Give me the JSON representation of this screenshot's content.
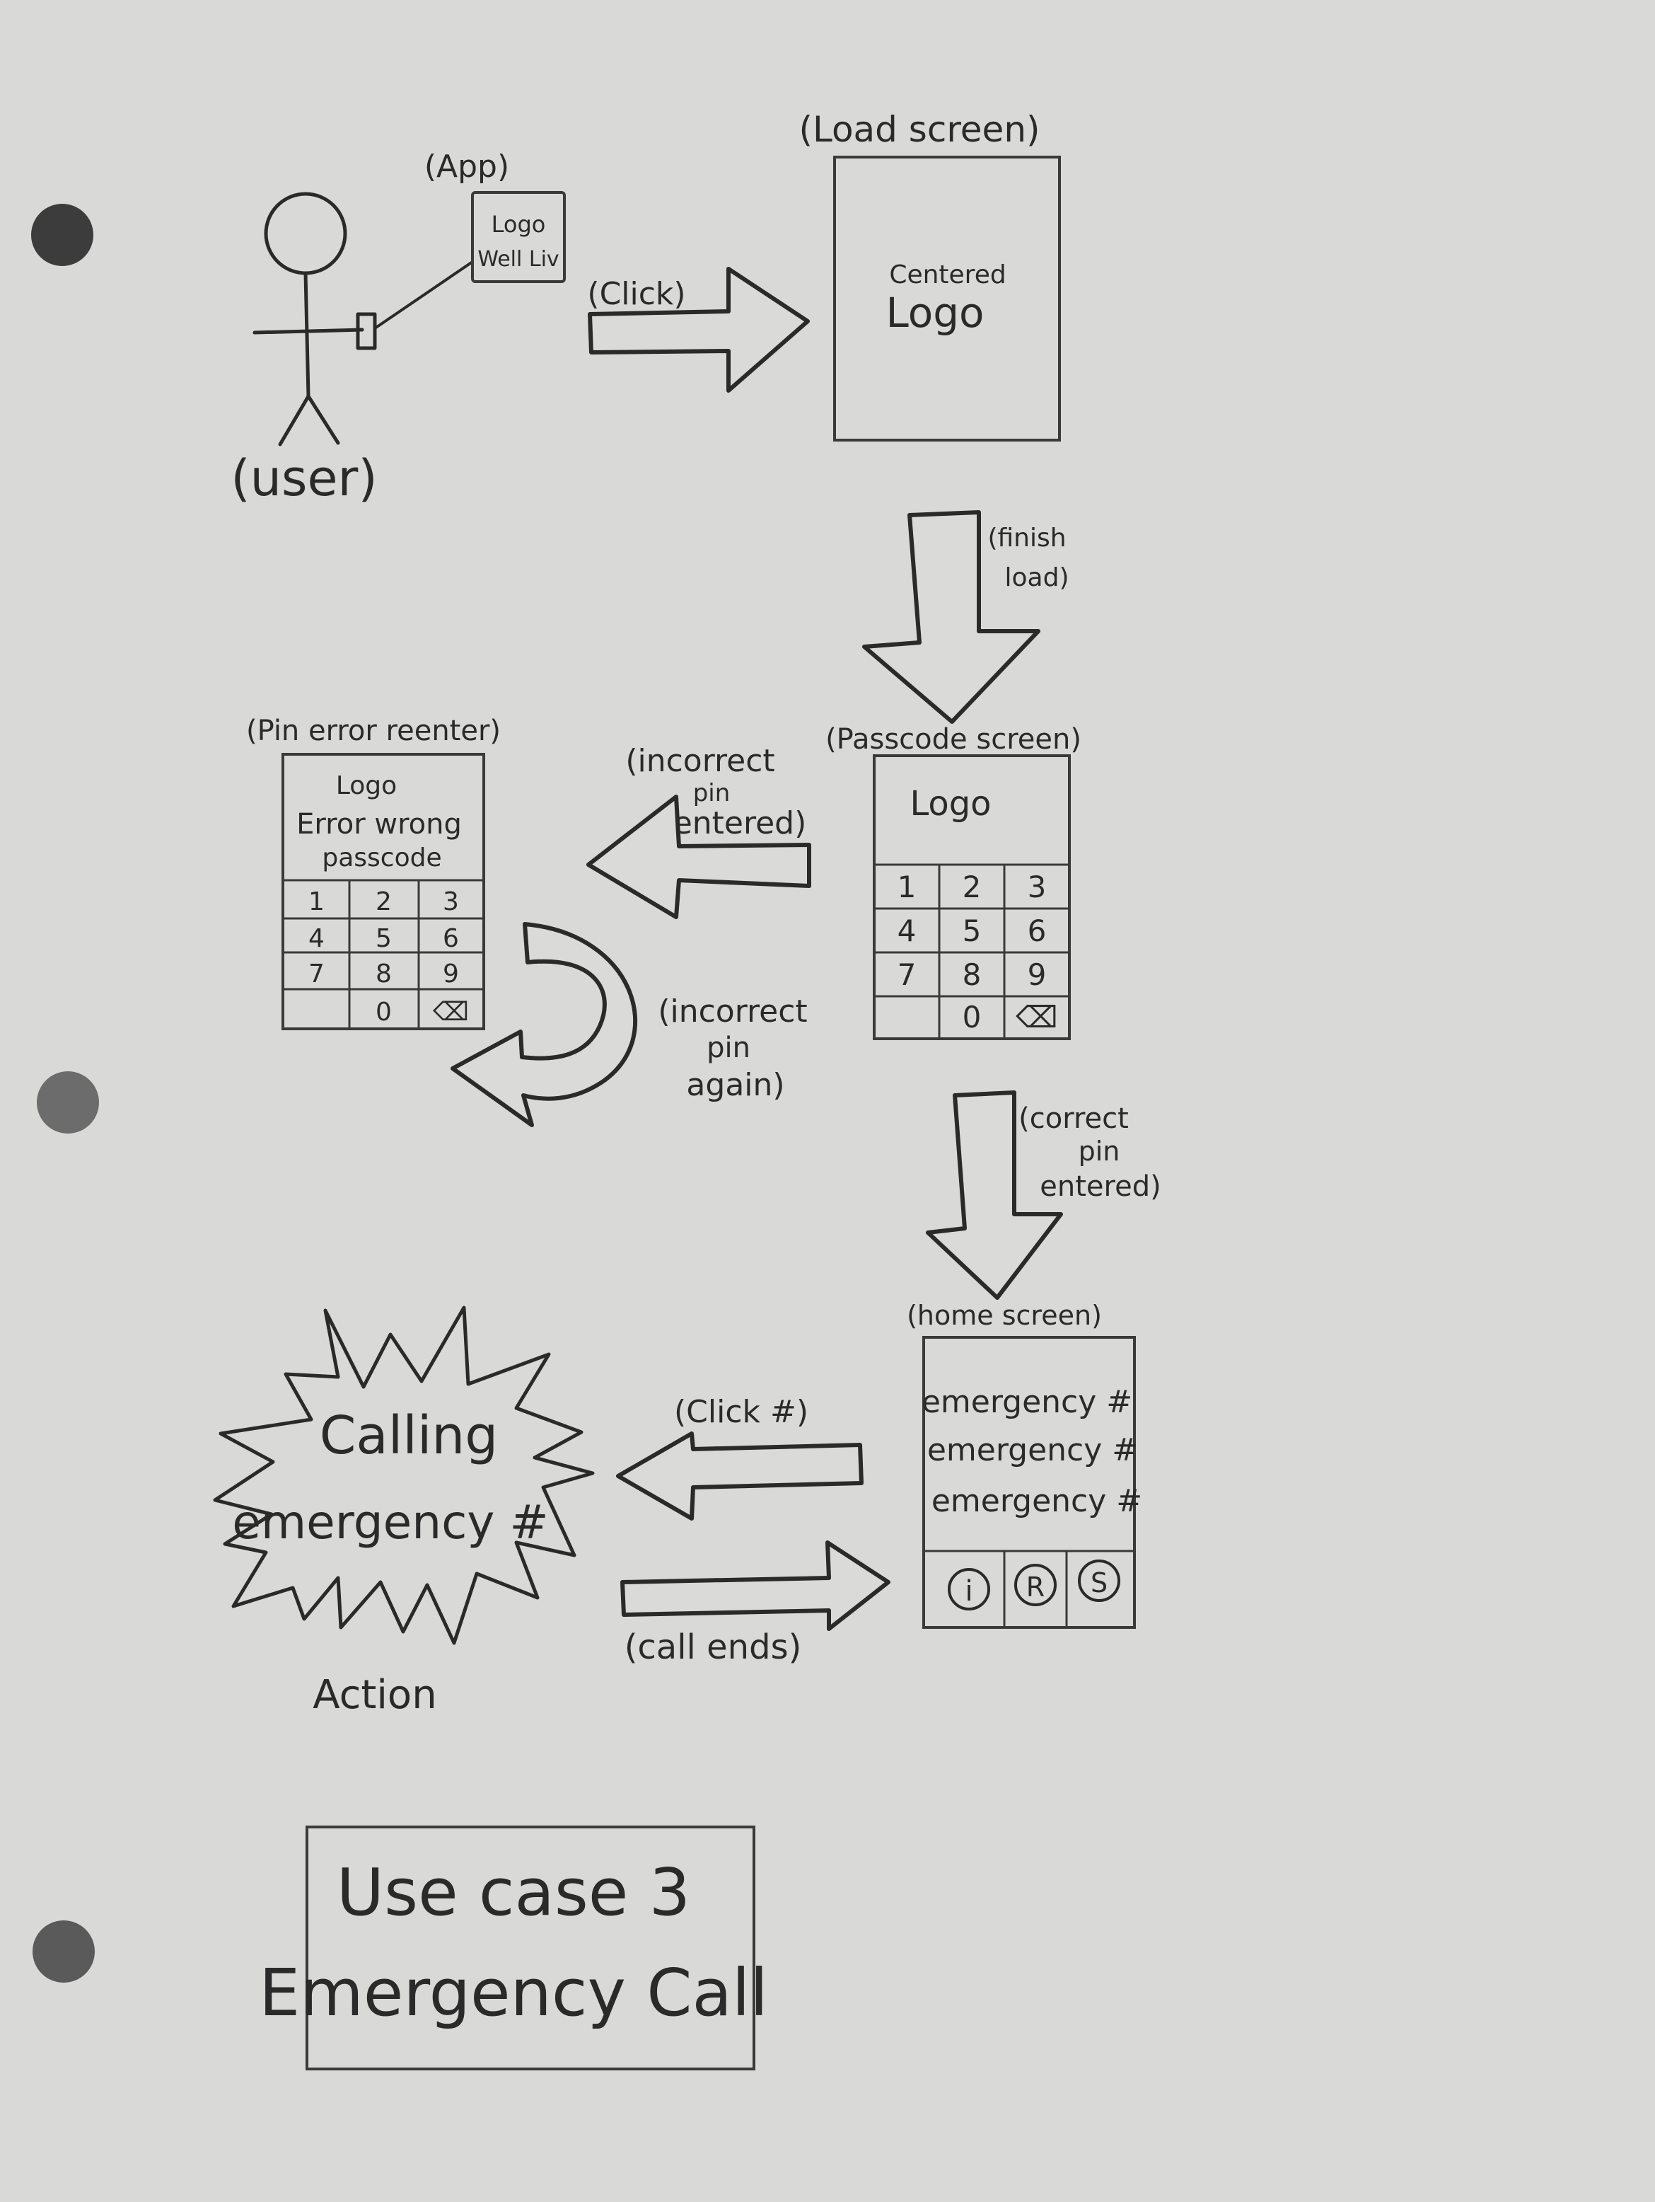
{
  "app_label": "(App)",
  "app_icon_lines": [
    "Logo",
    "Well Liv"
  ],
  "user_label": "(user)",
  "click_label": "(Click)",
  "load_screen": {
    "title": "(Load screen)",
    "content": [
      "Centered",
      "Logo"
    ]
  },
  "finish_load_label": [
    "(finish",
    "load)"
  ],
  "passcode_screen": {
    "title": "(Passcode screen)",
    "logo": "Logo",
    "keys": [
      "1",
      "2",
      "3",
      "4",
      "5",
      "6",
      "7",
      "8",
      "9",
      "",
      "0",
      "⌫"
    ]
  },
  "incorrect_pin_label": [
    "(incorrect",
    "pin",
    "entered)"
  ],
  "pin_error_screen": {
    "title": "(Pin error reenter)",
    "lines": [
      "Logo",
      "Error wrong",
      "passcode"
    ],
    "keys": [
      "1",
      "2",
      "3",
      "4",
      "5",
      "6",
      "7",
      "8",
      "9",
      "",
      "0",
      "⌫"
    ]
  },
  "incorrect_again_label": [
    "(incorrect",
    "pin",
    "again)"
  ],
  "correct_pin_label": [
    "(correct",
    "pin",
    "entered)"
  ],
  "home_screen": {
    "title": "(home screen)",
    "items": [
      "emergency #",
      "emergency #",
      "emergency #"
    ],
    "nav_icons": [
      "i",
      "R",
      "S"
    ]
  },
  "click_hash_label": "(Click #)",
  "call_ends_label": "(call ends)",
  "calling_lines": [
    "Calling",
    "emergency #"
  ],
  "action_label": "Action",
  "title_box": [
    "Use  case  3",
    "Emergency Call"
  ]
}
